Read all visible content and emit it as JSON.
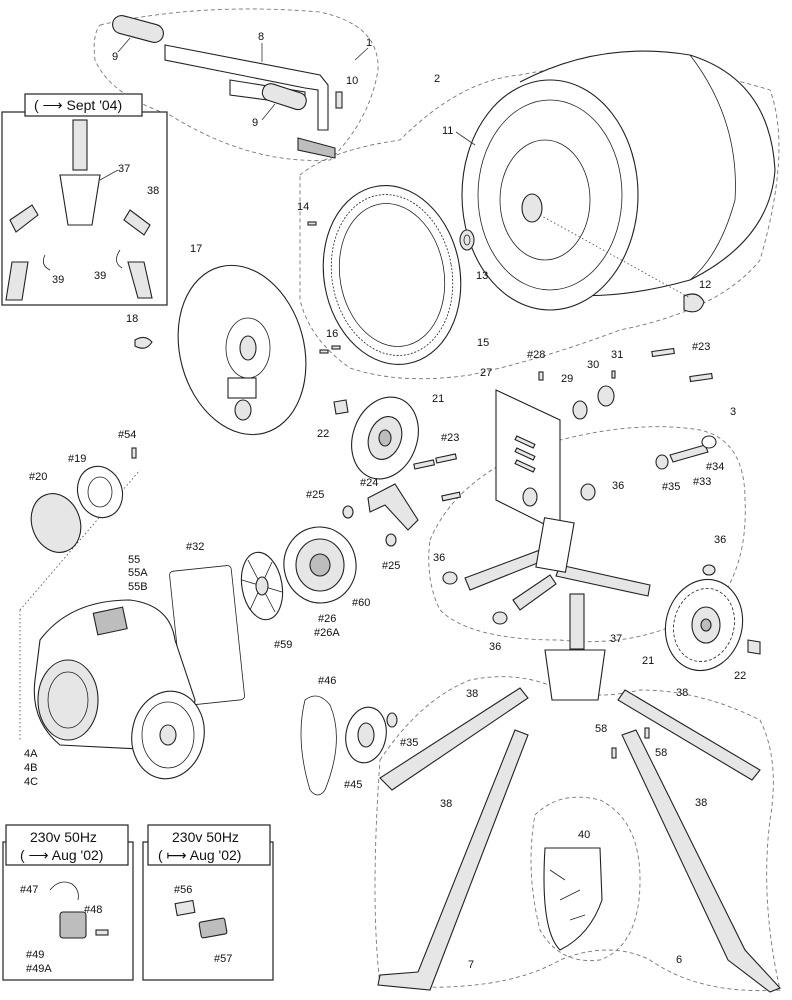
{
  "inset_boxes": {
    "stand_revision": "( ⟶ Sept '04)",
    "switch_before_title": "230v 50Hz",
    "switch_before_sub": "( ⟶ Aug '02)",
    "switch_after_title": "230v 50Hz",
    "switch_after_sub": "( ⟼ Aug '02)"
  },
  "labels": {
    "p1": "1",
    "p2": "2",
    "p3": "3",
    "p4a": "4A",
    "p4b": "4B",
    "p4c": "4C",
    "p6": "6",
    "p7": "7",
    "p8": "8",
    "p9a": "9",
    "p9b": "9",
    "p10": "10",
    "p11": "11",
    "p12": "12",
    "p13": "13",
    "p14": "14",
    "p15": "15",
    "p16": "16",
    "p17": "17",
    "p18": "18",
    "p19": "#19",
    "p20": "#20",
    "p21a": "21",
    "p21b": "21",
    "p22a": "22",
    "p22b": "22",
    "p23a": "#23",
    "p23b": "#23",
    "p24": "#24",
    "p25a": "#25",
    "p25b": "#25",
    "p26": "#26",
    "p26a": "#26A",
    "p27": "27",
    "p28": "#28",
    "p29": "29",
    "p30": "30",
    "p31": "31",
    "p32": "#32",
    "p33": "#33",
    "p34": "#34",
    "p35a": "#35",
    "p35b": "#35",
    "p36a": "36",
    "p36b": "36",
    "p36c": "36",
    "p36d": "36",
    "p37a": "37",
    "p37b": "37",
    "p38a": "38",
    "p38b": "38",
    "p38c": "38",
    "p38d": "38",
    "p38e": "38",
    "p39a": "39",
    "p39b": "39",
    "p40": "40",
    "p45": "#45",
    "p46": "#46",
    "p47": "#47",
    "p48": "#48",
    "p49": "#49",
    "p49a": "#49A",
    "p54": "#54",
    "p55": "55",
    "p55a": "55A",
    "p55b": "55B",
    "p56": "#56",
    "p57": "#57",
    "p58a": "58",
    "p58b": "58",
    "p59": "#59",
    "p60": "#60"
  }
}
